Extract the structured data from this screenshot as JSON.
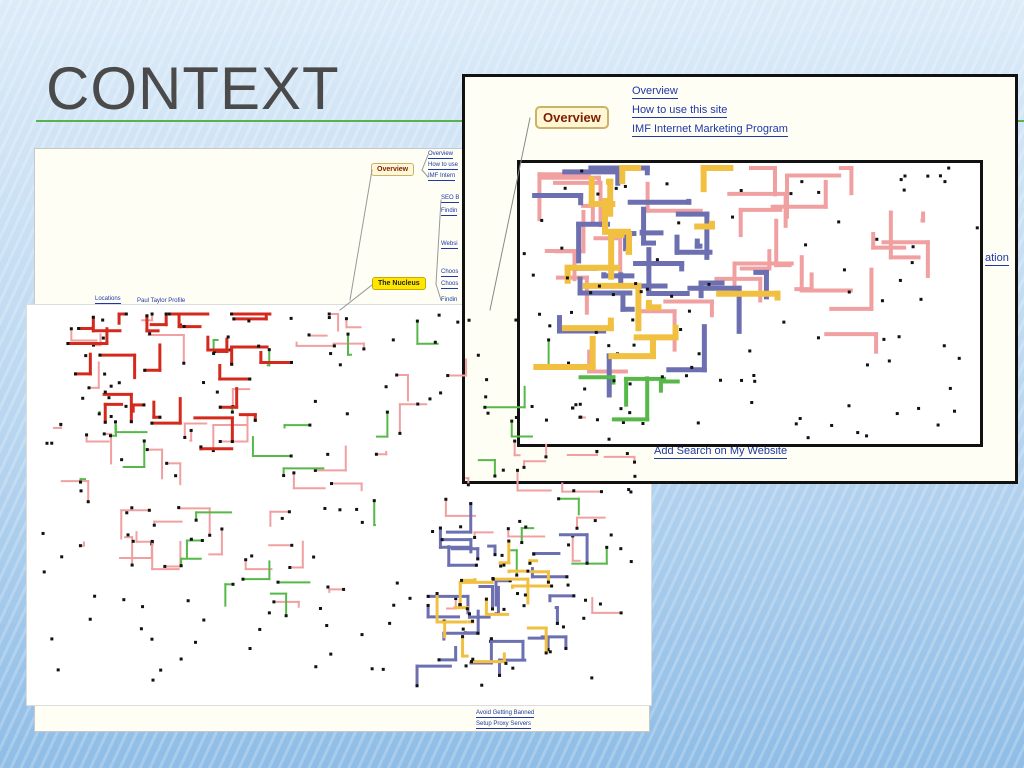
{
  "slide": {
    "title": "CONTEXT",
    "accent_color": "#58b24d"
  },
  "back_map": {
    "overview_label": "Overview",
    "overview_links": [
      "Overview",
      "How to use",
      "IMF Intern"
    ],
    "nucleus_label": "The Nucleus",
    "nucleus_links": [
      "SEO B",
      "Findin",
      "Websi",
      "Choos",
      "Choos",
      "Findin"
    ],
    "left_links": [
      "Locations",
      "Paul Taylor Profile"
    ],
    "bottom_links": [
      "Avoid Getting Banned",
      "Setup Proxy Servers"
    ]
  },
  "zoom_map": {
    "overview_label": "Overview",
    "overview_links": [
      "Overview",
      "How to use this site",
      "IMF Internet Marketing Program"
    ],
    "right_partial_label": "ation",
    "bottom_link": "Add Search on My Website"
  },
  "colors": {
    "red": "#d42a1e",
    "pink": "#f0a0a0",
    "green": "#56b848",
    "purple": "#6c6fb0",
    "yellow": "#f2c040"
  }
}
